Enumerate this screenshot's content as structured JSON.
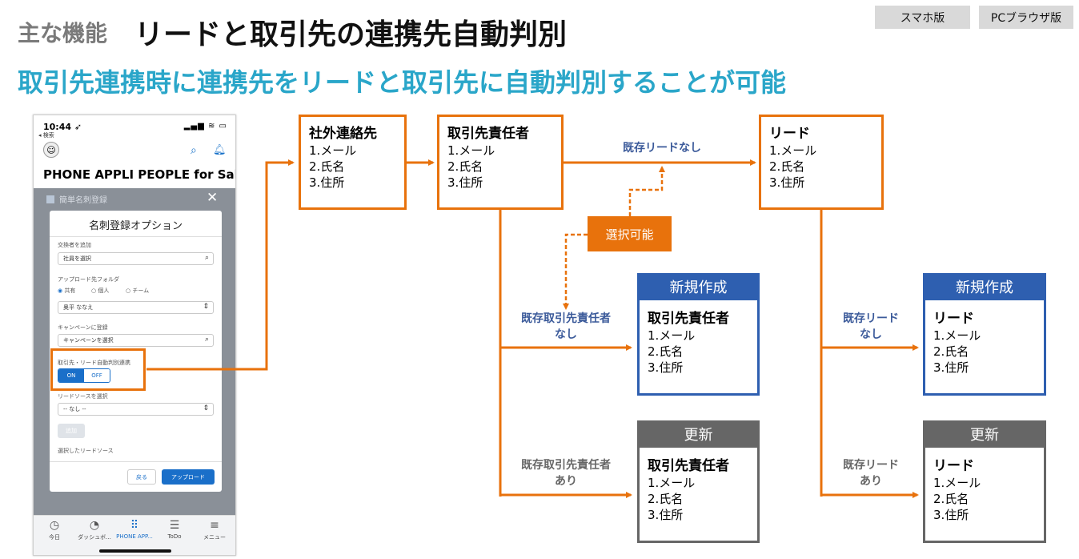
{
  "header": {
    "prefix": "主な機能",
    "title": "リードと取引先の連携先自動判別",
    "subtitle": "取引先連携時に連携先をリードと取引先に自動判別することが可能"
  },
  "tags": [
    "スマホ版",
    "PCブラウザ版"
  ],
  "phone": {
    "time": "10:44 ➶",
    "back": "◂ 検索",
    "status_icons": "▂▄▆ ≋ ▭",
    "app_title": "PHONE APPLI PEOPLE for Salesf...",
    "quick_title": "簡単名刺登録",
    "modal_title": "名刺登録オプション",
    "exchanger_label": "交換者を追加",
    "exchanger_placeholder": "社員を選択",
    "folder_label": "アップロード先フォルダ",
    "folder_options": [
      "共有",
      "個人",
      "チーム"
    ],
    "owner_value": "奥平 ななえ",
    "campaign_label": "キャンペーンに登録",
    "campaign_placeholder": "キャンペーンを選択",
    "auto_label": "取引先・リード自動判別連携",
    "toggle_on": "ON",
    "toggle_off": "OFF",
    "lead_source_label": "リードソースを選択",
    "lead_source_value": "-- なし --",
    "add_btn": "追加",
    "selected_label": "選択したリードソース",
    "back_btn": "戻る",
    "upload_btn": "アップロード",
    "tabs": [
      "今日",
      "ダッシュボ...",
      "PHONE APP...",
      "ToDo",
      "メニュー"
    ]
  },
  "boxes": {
    "external": {
      "title": "社外連絡先",
      "lines": [
        "1.メール",
        "2.氏名",
        "3.住所"
      ]
    },
    "contact": {
      "title": "取引先責任者",
      "lines": [
        "1.メール",
        "2.氏名",
        "3.住所"
      ]
    },
    "lead": {
      "title": "リード",
      "lines": [
        "1.メール",
        "2.氏名",
        "3.住所"
      ]
    },
    "new_contact": {
      "header": "新規作成",
      "title": "取引先責任者",
      "lines": [
        "1.メール",
        "2.氏名",
        "3.住所"
      ]
    },
    "update_contact": {
      "header": "更新",
      "title": "取引先責任者",
      "lines": [
        "1.メール",
        "2.氏名",
        "3.住所"
      ]
    },
    "new_lead": {
      "header": "新規作成",
      "title": "リード",
      "lines": [
        "1.メール",
        "2.氏名",
        "3.住所"
      ]
    },
    "update_lead": {
      "header": "更新",
      "title": "リード",
      "lines": [
        "1.メール",
        "2.氏名",
        "3.住所"
      ]
    }
  },
  "flow_labels": {
    "no_existing_lead_top": "既存リードなし",
    "selectable": "選択可能",
    "no_contact": [
      "既存取引先責任者",
      "なし"
    ],
    "has_contact": [
      "既存取引先責任者",
      "あり"
    ],
    "no_lead": [
      "既存リード",
      "なし"
    ],
    "has_lead": [
      "既存リード",
      "あり"
    ]
  },
  "colors": {
    "orange": "#e8720c",
    "blue": "#2e5fb0",
    "gray": "#666666",
    "subtitle": "#2aa6c9"
  }
}
